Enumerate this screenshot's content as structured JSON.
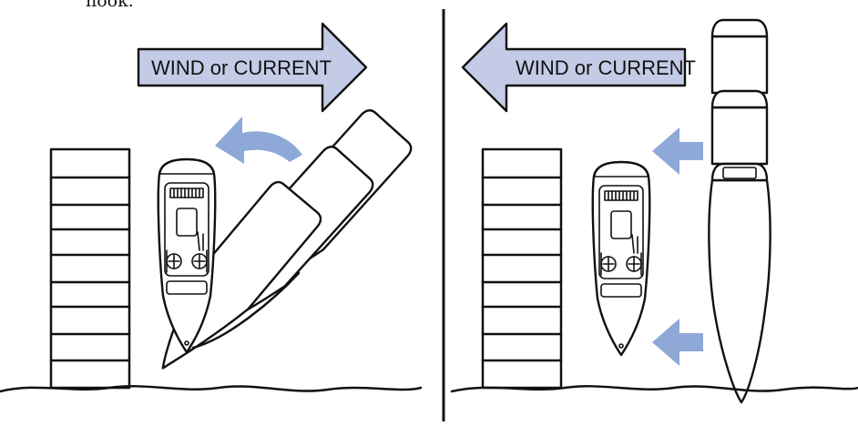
{
  "top_text": "hook.",
  "left_panel": {
    "arrow_label": "WIND or CURRENT",
    "arrow_direction": "right"
  },
  "right_panel": {
    "arrow_label": "WIND or CURRENT",
    "arrow_direction": "left"
  },
  "colors": {
    "banner_fill": "#c3cbe6",
    "motion_arrow": "#8ea8d8",
    "ink": "#111111"
  }
}
